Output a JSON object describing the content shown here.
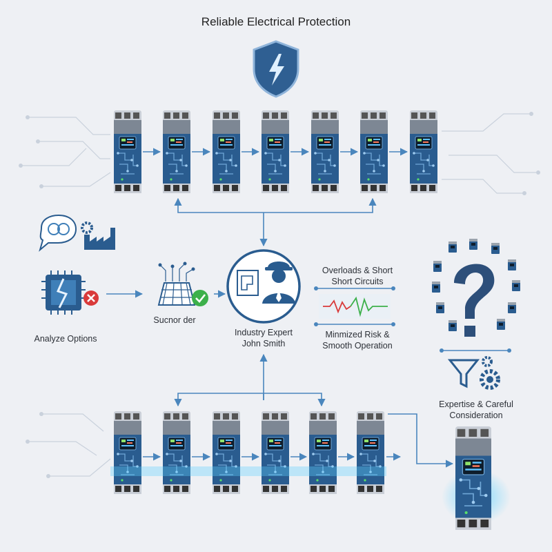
{
  "title": "Reliable Electrical Protection",
  "labels": {
    "analyze": "Analyze Options",
    "supplier": "Sucnor der",
    "expert_line1": "Industry Expert",
    "expert_line2": "John Smith",
    "overloads_line1": "Overloads & Short",
    "overloads_line2": "Short Circuits",
    "risk_line1": "Minmized Risk &",
    "risk_line2": "Smooth Operation",
    "expertise_line1": "Expertise & Careful",
    "expertise_line2": "Consideration"
  },
  "colors": {
    "background": "#eef0f4",
    "device_blue": "#2a5c8f",
    "accent_blue": "#3f7fb8",
    "connector": "#4a86bd",
    "error_red": "#d93a3a",
    "success_green": "#3cb04a",
    "question_dark": "#2d4f7a"
  },
  "icons": [
    "shield-bolt-icon",
    "brain-speech-icon",
    "factory-gear-icon",
    "broken-chip-icon",
    "error-x-icon",
    "solar-panel-icon",
    "check-icon",
    "engineer-icon",
    "waveform-icon",
    "question-mark-icon",
    "funnel-gear-icon"
  ],
  "devices": {
    "top_row_count": 7,
    "bottom_row_count": 6,
    "featured_count": 1
  }
}
